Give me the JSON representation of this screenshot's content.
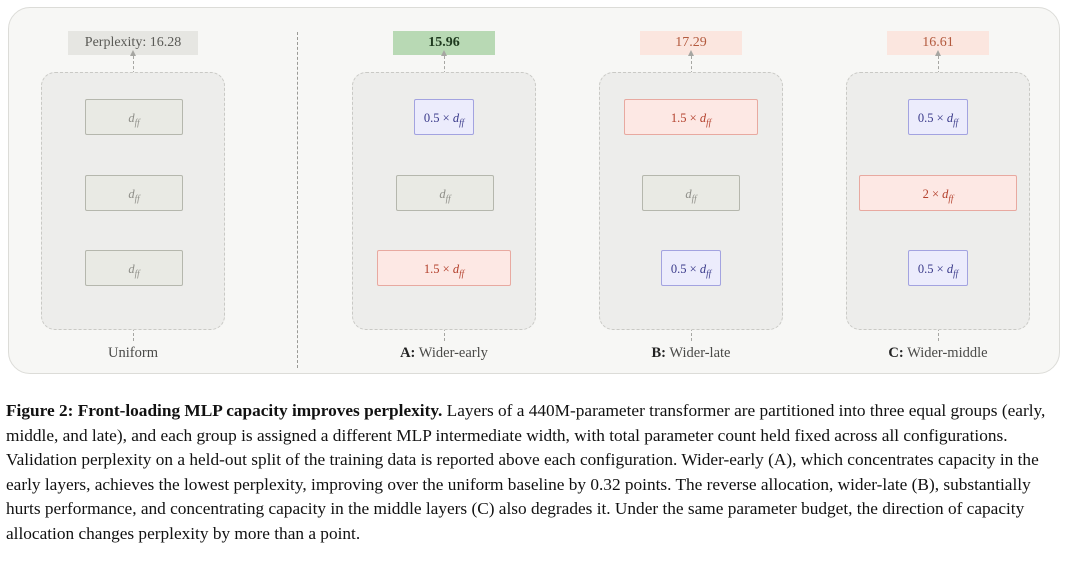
{
  "figure": {
    "columns": [
      {
        "key": "uniform",
        "perplexity_text": "Perplexity: 16.28",
        "label_prefix": "",
        "label_text": "Uniform",
        "blocks": [
          {
            "text": "d_ff",
            "kind": "base"
          },
          {
            "text": "d_ff",
            "kind": "base"
          },
          {
            "text": "d_ff",
            "kind": "base"
          }
        ]
      },
      {
        "key": "wider-early",
        "perplexity_text": "15.96",
        "label_prefix": "A:",
        "label_text": "Wider-early",
        "blocks": [
          {
            "text": "0.5 × d_ff",
            "kind": "narrow"
          },
          {
            "text": "d_ff",
            "kind": "base"
          },
          {
            "text": "1.5 × d_ff",
            "kind": "wide"
          }
        ]
      },
      {
        "key": "wider-late",
        "perplexity_text": "17.29",
        "label_prefix": "B:",
        "label_text": "Wider-late",
        "blocks": [
          {
            "text": "1.5 × d_ff",
            "kind": "wide"
          },
          {
            "text": "d_ff",
            "kind": "base"
          },
          {
            "text": "0.5 × d_ff",
            "kind": "narrow"
          }
        ]
      },
      {
        "key": "wider-middle",
        "perplexity_text": "16.61",
        "label_prefix": "C:",
        "label_text": "Wider-middle",
        "blocks": [
          {
            "text": "0.5 × d_ff",
            "kind": "narrow"
          },
          {
            "text": "2 × d_ff",
            "kind": "wide"
          },
          {
            "text": "0.5 × d_ff",
            "kind": "narrow"
          }
        ]
      }
    ]
  },
  "caption": {
    "figure_label": "Figure 2:",
    "title": "Front-loading MLP capacity improves perplexity.",
    "body": "Layers of a 440M-parameter transformer are partitioned into three equal groups (early, middle, and late), and each group is assigned a different MLP intermediate width, with total parameter count held fixed across all configurations. Validation perplexity on a held-out split of the training data is reported above each configuration. Wider-early (A), which concentrates capacity in the early layers, achieves the lowest perplexity, improving over the uniform baseline by 0.32 points. The reverse allocation, wider-late (B), substantially hurts performance, and concentrating capacity in the middle layers (C) also degrades it. Under the same parameter budget, the direction of capacity allocation changes perplexity by more than a point."
  }
}
